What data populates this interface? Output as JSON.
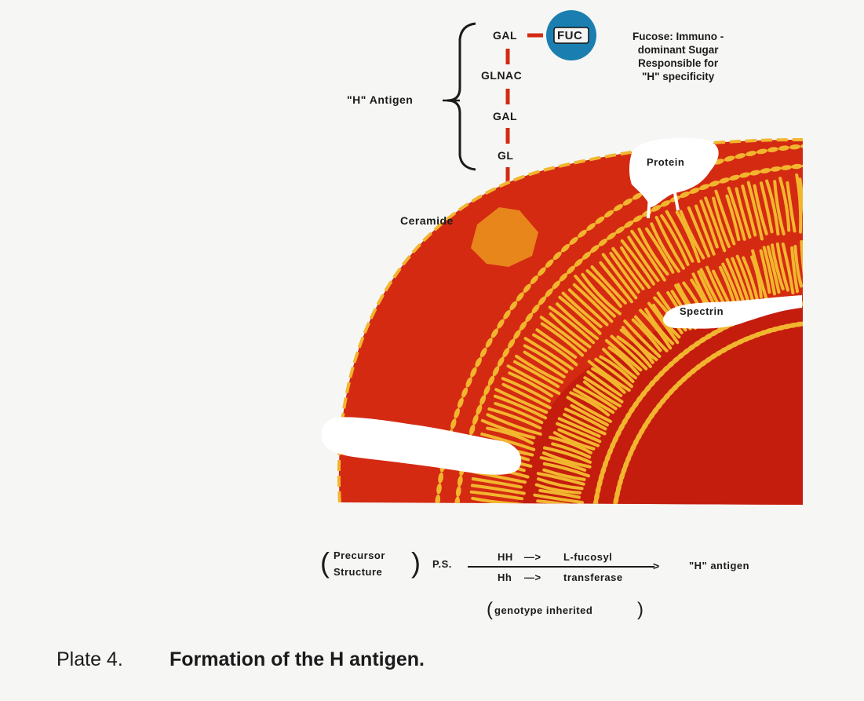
{
  "antigen": {
    "bracket_label": "\"H\" Antigen",
    "chain": [
      "GAL",
      "GLNAC",
      "GAL",
      "GL"
    ],
    "fucose_badge": "FUC"
  },
  "fucose_note": {
    "lines": [
      "Fucose: Immuno -",
      "dominant Sugar",
      "Responsible for",
      "\"H\" specificity"
    ]
  },
  "membrane_labels": {
    "ceramide": "Ceramide",
    "protein": "Protein",
    "spectrin": "Spectrin"
  },
  "equation": {
    "precursor_line1": "Precursor",
    "precursor_line2": "Structure",
    "ps": "P.S.",
    "top_genotype": "HH",
    "bottom_genotype": "Hh",
    "arrow": "—>",
    "enzyme_line1": "L-fucosyl",
    "enzyme_line2": "transferase",
    "result": "\"H\" antigen",
    "footnote": "genotype inherited"
  },
  "caption": {
    "plate": "Plate 4.",
    "title": "Formation of the H antigen."
  },
  "colors": {
    "membrane_red": "#d42a12",
    "inner_red": "#c8200f",
    "lipid_yellow": "#f2b62e",
    "ceramide_orange": "#e8861c",
    "fucose_blue": "#1a7fb0",
    "link_red": "#d42a12"
  }
}
